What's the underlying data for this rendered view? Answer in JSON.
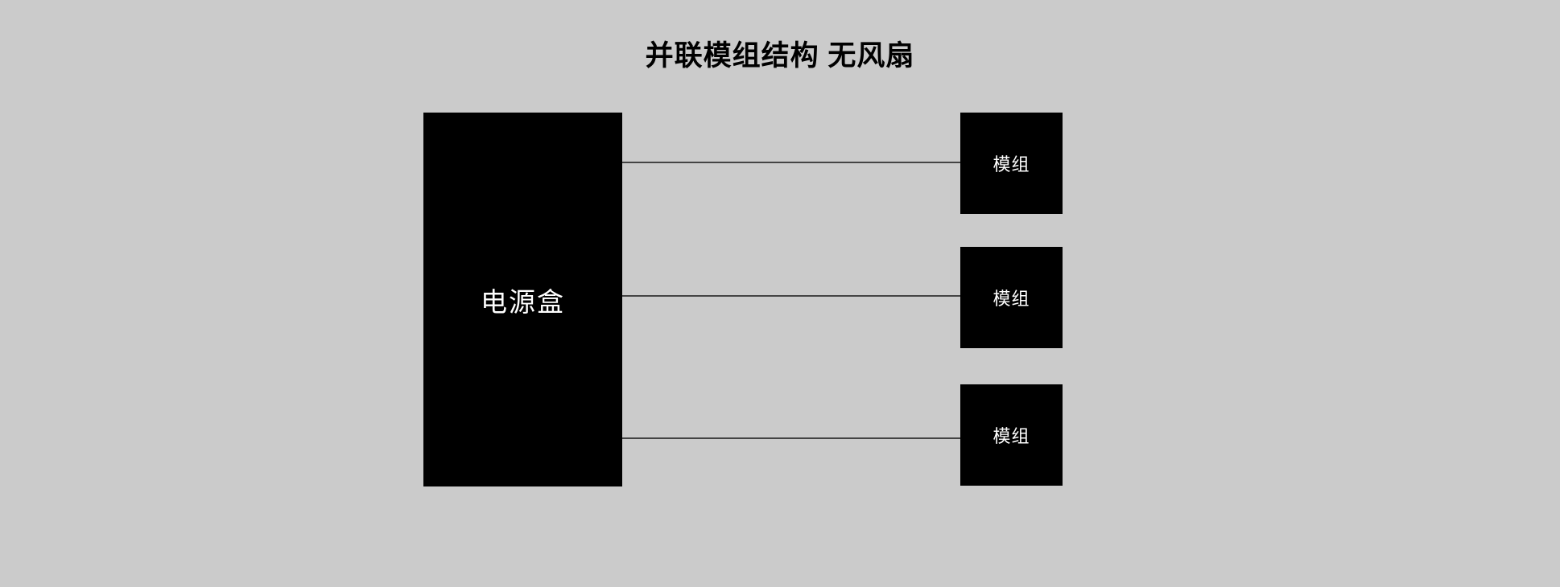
{
  "diagram": {
    "title": "并联模组结构 无风扇",
    "colors": {
      "background": "#cbcbcb",
      "node_fill": "#000000",
      "node_text": "#ffffff",
      "title_text": "#000000",
      "connector": "#444444"
    },
    "power_box": {
      "label": "电源盒"
    },
    "modules": [
      {
        "label": "模组"
      },
      {
        "label": "模组"
      },
      {
        "label": "模组"
      }
    ],
    "connector_count": 3
  }
}
